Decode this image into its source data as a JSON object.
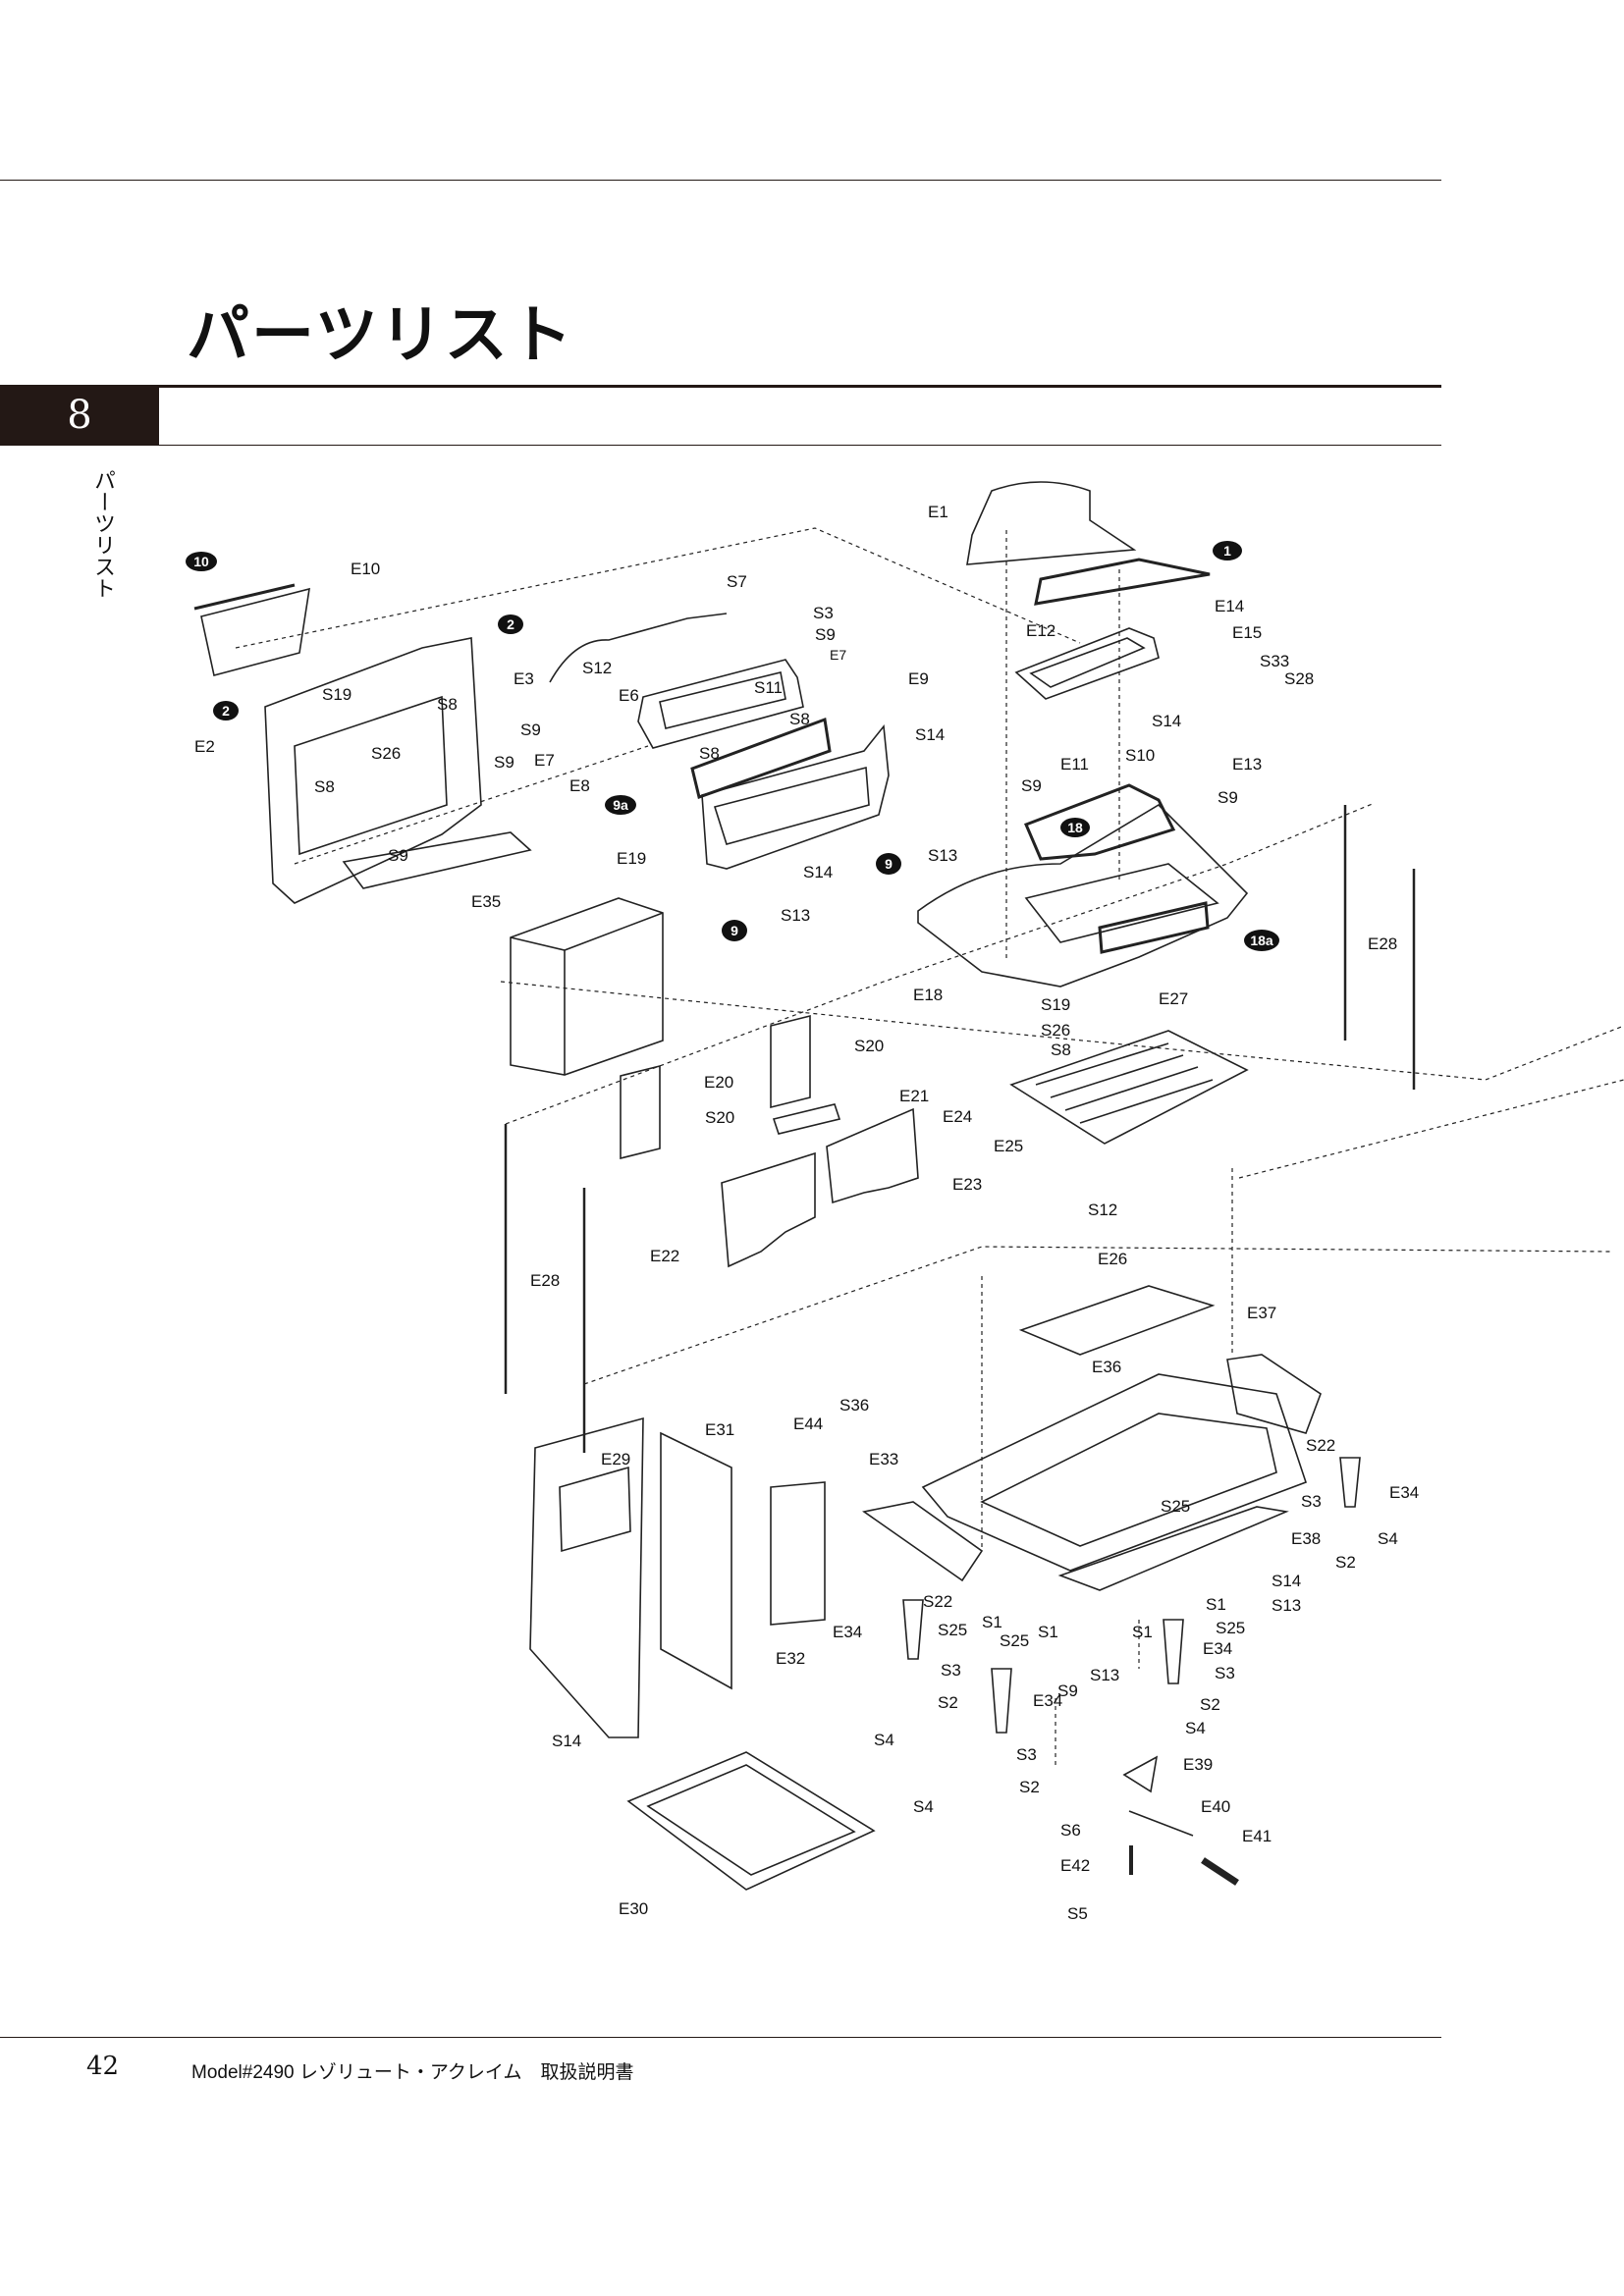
{
  "header": {
    "title": "パーツリスト",
    "section_number": "8",
    "side_label": "パーツリスト"
  },
  "footer": {
    "page_number": "42",
    "text": "Model#2490 レゾリュート・アクレイム　取扱説明書"
  },
  "badges": [
    "10",
    "2",
    "2",
    "9a",
    "9",
    "9",
    "1",
    "18",
    "18a"
  ],
  "part_labels": [
    "E1",
    "E2",
    "E3",
    "E6",
    "E7",
    "E7",
    "E8",
    "E9",
    "E10",
    "E11",
    "E12",
    "E13",
    "E14",
    "E15",
    "E18",
    "E19",
    "E20",
    "E21",
    "E22",
    "E23",
    "E24",
    "E25",
    "E26",
    "E27",
    "E28",
    "E28",
    "E29",
    "E30",
    "E31",
    "E32",
    "E33",
    "E34",
    "E34",
    "E34",
    "E34",
    "E35",
    "E36",
    "E37",
    "E38",
    "E39",
    "E40",
    "E41",
    "E42",
    "E44"
  ],
  "screw_labels": [
    "S1",
    "S1",
    "S1",
    "S1",
    "S2",
    "S2",
    "S2",
    "S2",
    "S3",
    "S3",
    "S3",
    "S3",
    "S3",
    "S4",
    "S4",
    "S4",
    "S4",
    "S5",
    "S6",
    "S7",
    "S8",
    "S8",
    "S8",
    "S8",
    "S8",
    "S9",
    "S9",
    "S9",
    "S9",
    "S9",
    "S9",
    "S9",
    "S10",
    "S11",
    "S12",
    "S12",
    "S13",
    "S13",
    "S13",
    "S13",
    "S14",
    "S14",
    "S14",
    "S14",
    "S14",
    "S19",
    "S19",
    "S20",
    "S20",
    "S22",
    "S22",
    "S25",
    "S25",
    "S25",
    "S25",
    "S26",
    "S26",
    "S28",
    "S33",
    "S36"
  ]
}
